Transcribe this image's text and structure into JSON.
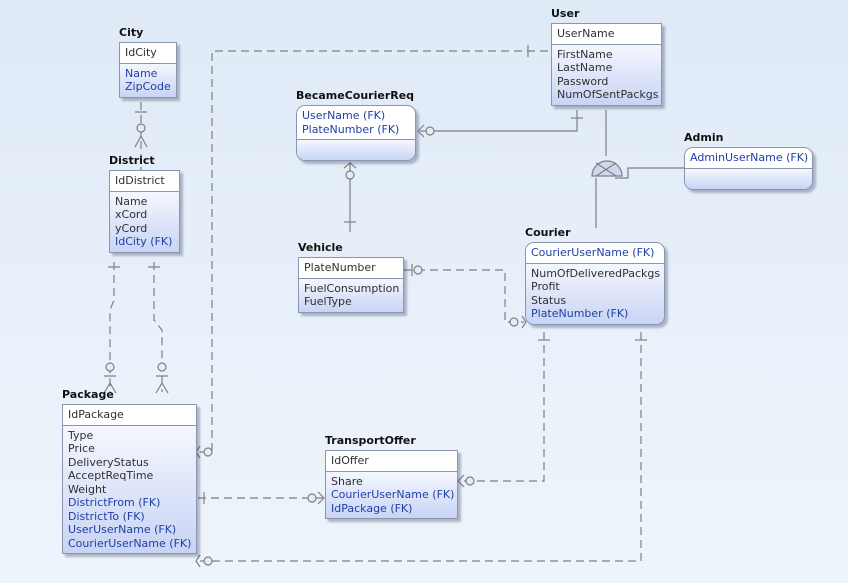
{
  "entities": {
    "city": {
      "title": "City",
      "pk": [
        "IdCity"
      ],
      "attrs": [
        {
          "t": "Name",
          "fk": true
        },
        {
          "t": "ZipCode",
          "fk": true
        }
      ]
    },
    "district": {
      "title": "District",
      "pk": [
        "IdDistrict"
      ],
      "attrs": [
        {
          "t": "Name"
        },
        {
          "t": "xCord"
        },
        {
          "t": "yCord"
        },
        {
          "t": "IdCity (FK)",
          "fk": true
        }
      ]
    },
    "user": {
      "title": "User",
      "pk": [
        "UserName"
      ],
      "attrs": [
        {
          "t": "FirstName"
        },
        {
          "t": "LastName"
        },
        {
          "t": "Password"
        },
        {
          "t": "NumOfSentPackgs"
        }
      ]
    },
    "became": {
      "title": "BecameCourierReq",
      "pk": [
        {
          "t": "UserName (FK)",
          "fk": true
        },
        {
          "t": "PlateNumber (FK)",
          "fk": true
        }
      ],
      "attrs": []
    },
    "admin": {
      "title": "Admin",
      "pk": [
        {
          "t": "AdminUserName (FK)",
          "fk": true
        }
      ],
      "attrs": []
    },
    "vehicle": {
      "title": "Vehicle",
      "pk": [
        "PlateNumber"
      ],
      "attrs": [
        {
          "t": "FuelConsumption"
        },
        {
          "t": "FuelType"
        }
      ]
    },
    "courier": {
      "title": "Courier",
      "pk": [
        {
          "t": "CourierUserName (FK)",
          "fk": true
        }
      ],
      "attrs": [
        {
          "t": "NumOfDeliveredPackgs"
        },
        {
          "t": "Profit"
        },
        {
          "t": "Status"
        },
        {
          "t": "PlateNumber (FK)",
          "fk": true
        }
      ]
    },
    "package": {
      "title": "Package",
      "pk": [
        "IdPackage"
      ],
      "attrs": [
        {
          "t": "Type"
        },
        {
          "t": "Price"
        },
        {
          "t": "DeliveryStatus"
        },
        {
          "t": "AcceptReqTime"
        },
        {
          "t": "Weight"
        },
        {
          "t": "DistrictFrom (FK)",
          "fk": true
        },
        {
          "t": "DistrictTo (FK)",
          "fk": true
        },
        {
          "t": "UserUserName (FK)",
          "fk": true
        },
        {
          "t": "CourierUserName (FK)",
          "fk": true
        }
      ]
    },
    "offer": {
      "title": "TransportOffer",
      "pk": [
        "IdOffer"
      ],
      "attrs": [
        {
          "t": "Share"
        },
        {
          "t": "CourierUserName (FK)",
          "fk": true
        },
        {
          "t": "IdPackage (FK)",
          "fk": true
        }
      ]
    }
  },
  "colors": {
    "line": "#7e7e7e",
    "fk": "#1f3fa6",
    "attrs_bottom": "#c9d4f5"
  }
}
